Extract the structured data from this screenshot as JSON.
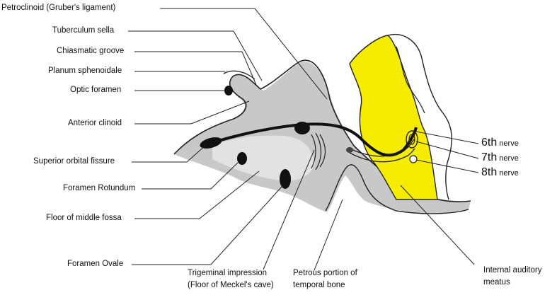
{
  "colors": {
    "bone": "#c8c8c8",
    "bone_light": "#dcdcdc",
    "outline": "#222222",
    "brainstem": "#f5ec00",
    "nerve": "#111111"
  },
  "labels": {
    "petroclinoid": "Petroclinoid (Gruber's ligament)",
    "tuberculum": "Tuberculum sella",
    "chiasmatic": "Chiasmatic  groove",
    "planum": "Planum sphenoidale",
    "optic": "Optic foramen",
    "anterior_clinoid": "Anterior clinoid",
    "sof": "Superior orbital fissure",
    "rotundum": "Foramen Rotundum",
    "floor": "Floor of middle fossa",
    "ovale": "Foramen Ovale",
    "trigeminal_1": "Trigeminal impression",
    "trigeminal_2": "(Floor of Meckel's cave)",
    "petrous_1": "Petrous portion of",
    "petrous_2": "temporal bone",
    "iam_1": "Internal auditory",
    "iam_2": "meatus"
  },
  "nerves": [
    {
      "number": "6th",
      "word": "nerve"
    },
    {
      "number": "7th",
      "word": "nerve"
    },
    {
      "number": "8th",
      "word": "nerve"
    }
  ]
}
